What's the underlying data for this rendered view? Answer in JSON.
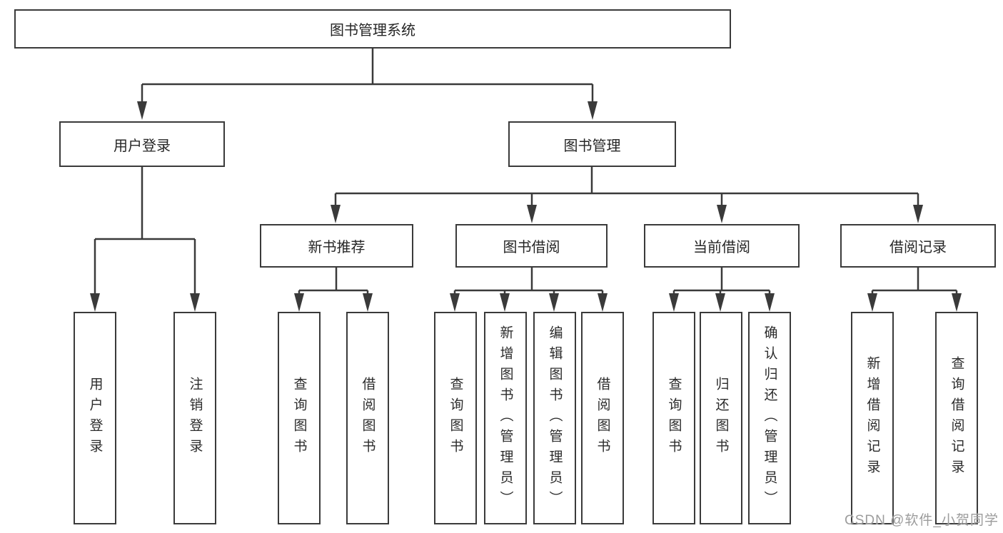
{
  "tree": {
    "root": "图书管理系统",
    "user_login": {
      "label": "用户登录",
      "children": [
        "用户登录",
        "注销登录"
      ]
    },
    "book_management": {
      "label": "图书管理",
      "modules": [
        {
          "label": "新书推荐",
          "children": [
            "查询图书",
            "借阅图书"
          ]
        },
        {
          "label": "图书借阅",
          "children": [
            "查询图书",
            "新增图书（管理员）",
            "编辑图书（管理员）",
            "借阅图书"
          ]
        },
        {
          "label": "当前借阅",
          "children": [
            "查询图书",
            "归还图书",
            "确认归还（管理员）"
          ]
        },
        {
          "label": "借阅记录",
          "children": [
            "新增借阅记录",
            "查询借阅记录"
          ]
        }
      ]
    }
  },
  "watermark": "CSDN @软件_小贺同学",
  "colors": {
    "line": "#3a3a3a",
    "box_border": "#3a3a3a",
    "text": "#2b2b2b",
    "watermark": "#9c9c9c",
    "background": "#ffffff"
  }
}
